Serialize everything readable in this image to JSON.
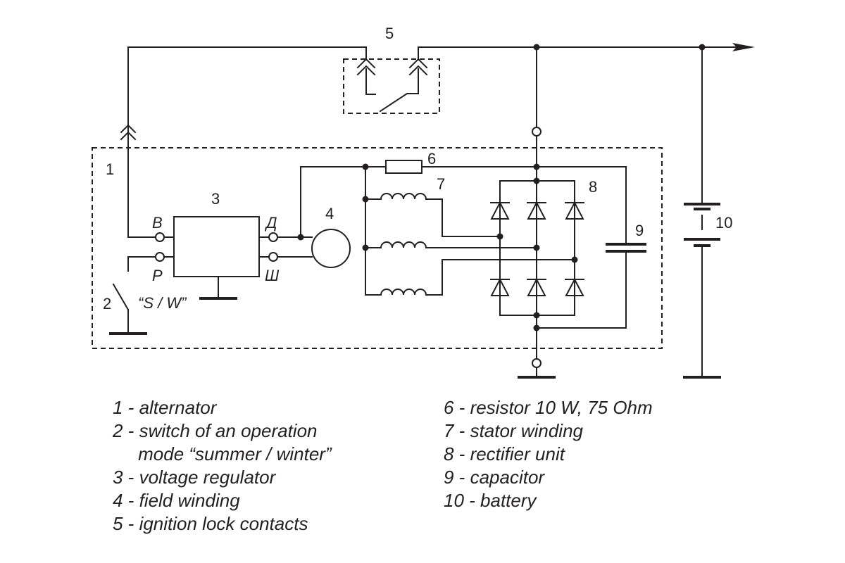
{
  "labels": {
    "n1": "1",
    "n2": "2",
    "n3": "3",
    "n4": "4",
    "n5": "5",
    "n6": "6",
    "n7": "7",
    "n8": "8",
    "n9": "9",
    "n10": "10",
    "term_b": "В",
    "term_p": "Р",
    "term_d": "Д",
    "term_sh": "Ш",
    "switch_mode": "“S / W”"
  },
  "legend": {
    "left": [
      "1 - alternator",
      "2 - switch of an operation",
      "     mode “summer / winter”",
      "3 - voltage regulator",
      "4 - field winding",
      "5 - ignition lock contacts"
    ],
    "right": [
      "6 - resistor 10 W, 75 Ohm",
      "7 - stator winding",
      "8 - rectifier unit",
      "9 - capacitor",
      "10 - battery"
    ]
  },
  "colors": {
    "ink": "#231f20",
    "background": "#ffffff"
  }
}
